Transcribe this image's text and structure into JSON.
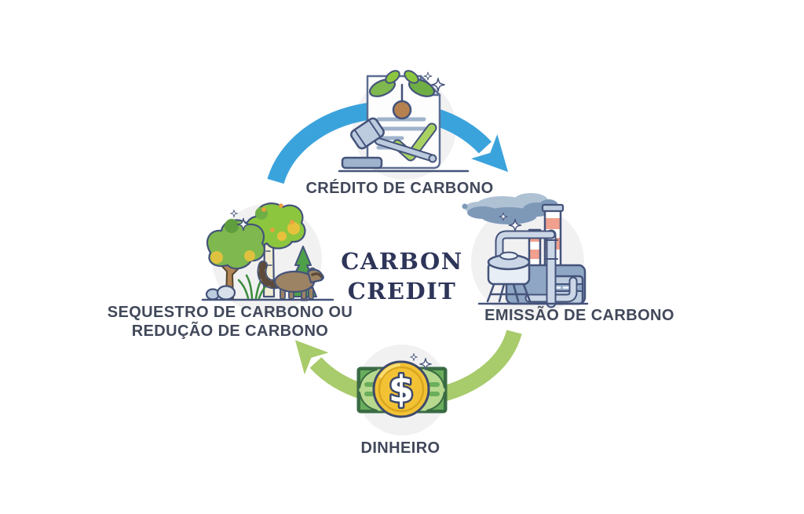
{
  "diagram": {
    "title": {
      "line1": "CARBON",
      "line2": "CREDIT"
    },
    "labels": {
      "credit": "CRÉDITO DE CARBONO",
      "emission": "EMISSÃO DE CARBONO",
      "sequestration_line1": "SEQUESTRO DE CARBONO OU",
      "sequestration_line2": "REDUÇÃO DE CARBONO",
      "money": "DINHEIRO"
    },
    "money_symbol": "$",
    "icons": {
      "credit": "certificate-plant-gavel-checkmark",
      "emission": "factory-smoking-chimneys",
      "sequestration": "forest-trees-raccoon",
      "money": "banknote-dollar-coin"
    },
    "colors": {
      "arrow_blue": "#3BA3DC",
      "arrow_green": "#A8CB6B",
      "title_text": "#2E3559",
      "label_text": "#41485A",
      "outline_navy": "#44537A",
      "coin_gold": "#F3C234",
      "bill_green": "#B7D98E"
    }
  }
}
